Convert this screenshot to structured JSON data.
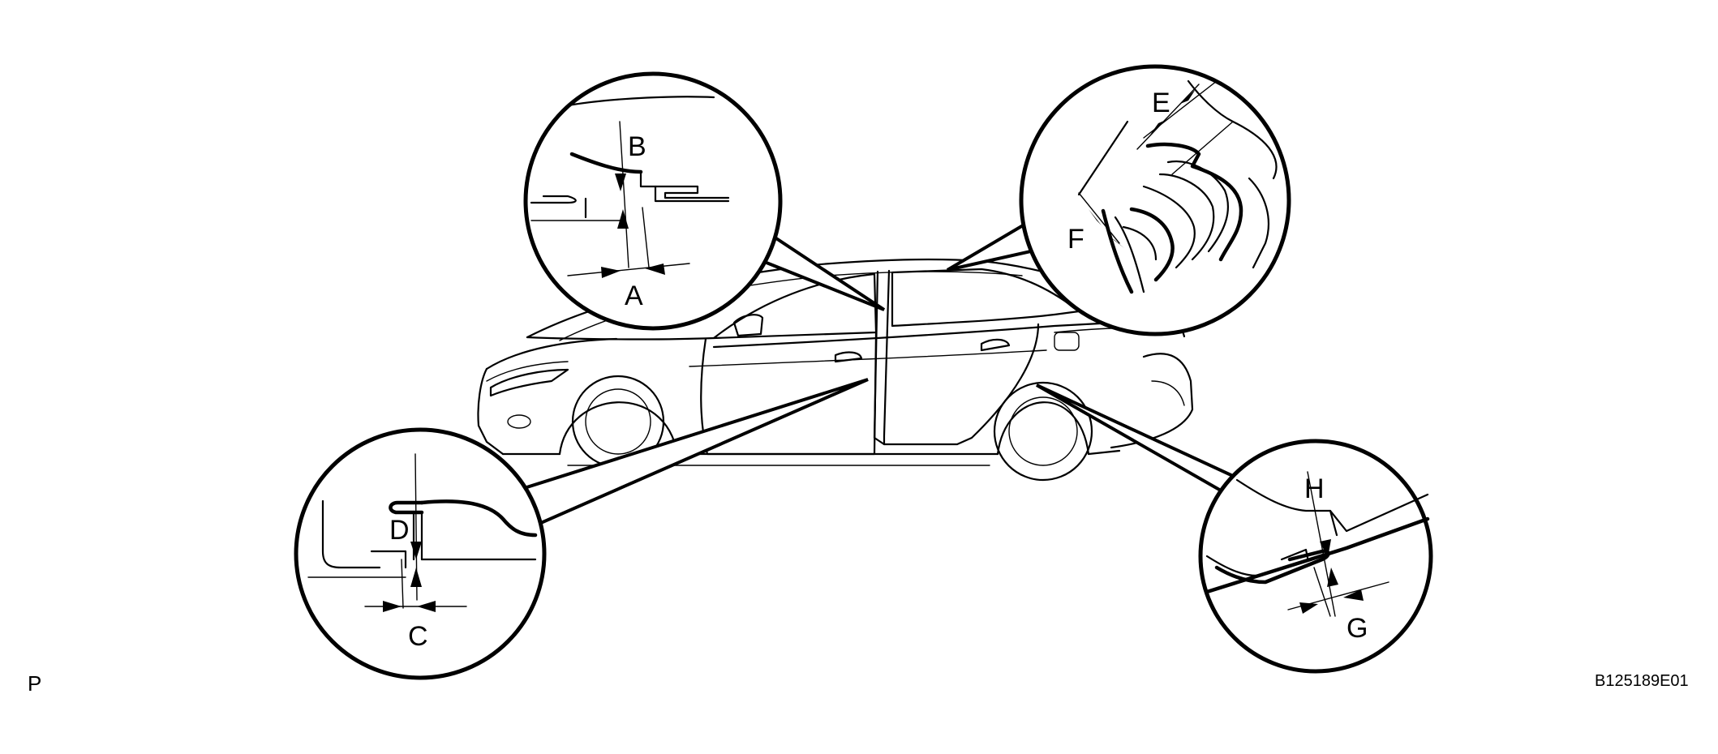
{
  "diagram": {
    "labels": {
      "a": "A",
      "b": "B",
      "c": "C",
      "d": "D",
      "e": "E",
      "f": "F",
      "g": "G",
      "h": "H"
    },
    "corner_mark": "P",
    "figure_code": "B125189E01"
  }
}
